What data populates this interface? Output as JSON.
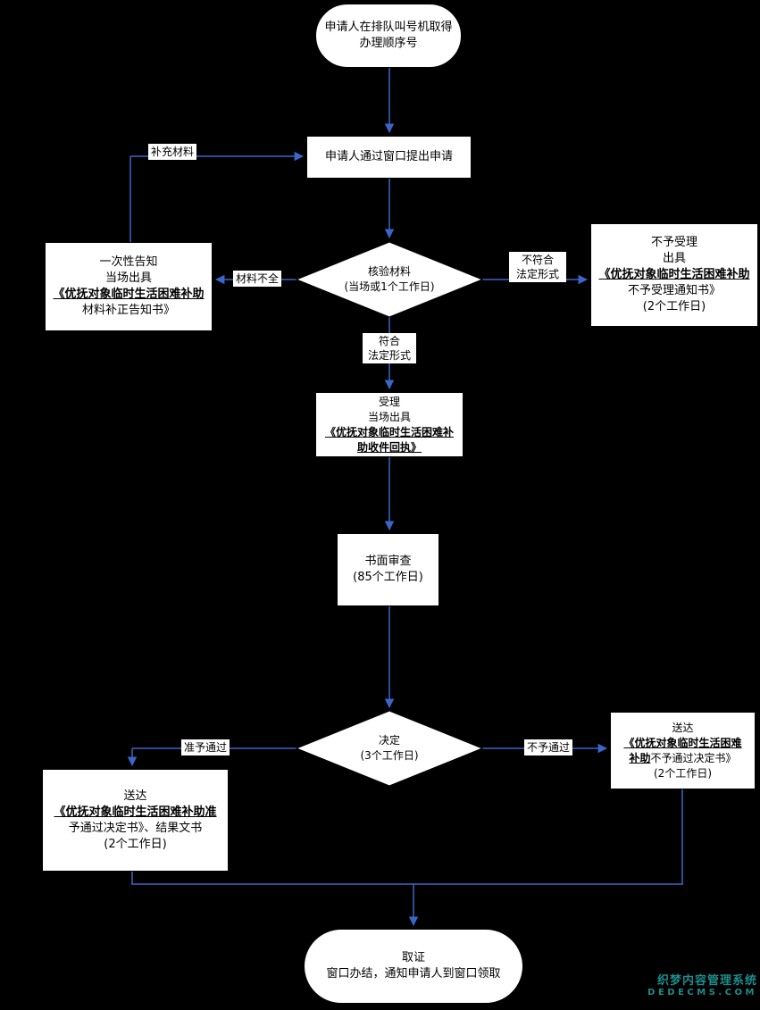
{
  "colors": {
    "background": "#000000",
    "arrow": "#3a66c8",
    "node_fill": "#ffffff",
    "node_text": "#000000",
    "watermark": "#1e8c8c"
  },
  "nodes": {
    "start": {
      "line1": "申请人在排队叫号机取得",
      "line2": "办理顺序号"
    },
    "apply": {
      "line1": "申请人通过窗口提出申请"
    },
    "verify": {
      "line1": "核验材料",
      "line2": "(当场或1个工作日)"
    },
    "supplement_notice": {
      "line1": "一次性告知",
      "line2": "当场出具",
      "line3": "《优抚对象临时生活困难补助",
      "line4": "材料补正告知书》"
    },
    "not_accept": {
      "line1": "不予受理",
      "line2": "出具",
      "line3": "《优抚对象临时生活困难补助",
      "line4": "不予受理通知书》",
      "line5": "(2个工作日)"
    },
    "accept": {
      "line1": "受理",
      "line2": "当场出具",
      "line3": "《优抚对象临时生活困难补",
      "line4": "助收件回执》"
    },
    "review": {
      "line1": "书面审查",
      "line2": "(85个工作日)"
    },
    "decision": {
      "line1": "决定",
      "line2": "(3个工作日)"
    },
    "approve": {
      "line1": "送达",
      "line2": "《优抚对象临时生活困难补助准",
      "line3": "予通过决定书》、结果文书",
      "line4": "(2个工作日)"
    },
    "deny": {
      "line1": "送达",
      "line2": "《优抚对象临时生活困难",
      "line3a": "补助",
      "line3b": "不予通过决定书》",
      "line4": "(2个工作日)"
    },
    "end": {
      "line1": "取证",
      "line2": "窗口办结，通知申请人到窗口领取"
    }
  },
  "edge_labels": {
    "supplement": "补充材料",
    "incomplete": "材料不全",
    "nonconform_line1": "不符合",
    "nonconform_line2": "法定形式",
    "conform_line1": "符合",
    "conform_line2": "法定形式",
    "approved": "准予通过",
    "denied": "不予通过"
  },
  "watermark": {
    "line1": "织梦内容管理系统",
    "line2": "DEDECMS.COM"
  }
}
